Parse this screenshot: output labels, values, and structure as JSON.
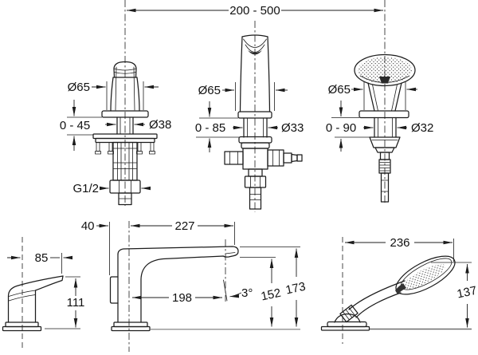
{
  "drawing": {
    "overall_span": "200 - 500",
    "front_views": {
      "valve": {
        "diameter_top": "Ø65",
        "deck_range": "0 - 45",
        "diameter_shaft": "Ø38",
        "thread": "G1/2"
      },
      "spout": {
        "diameter_top": "Ø65",
        "deck_range": "0 - 85",
        "diameter_shaft": "Ø33"
      },
      "handshower": {
        "diameter_top": "Ø65",
        "deck_range": "0 - 90",
        "diameter_shaft": "Ø32"
      }
    },
    "side_views": {
      "handle": {
        "reach": "85",
        "height": "111"
      },
      "spout": {
        "rear_offset": "40",
        "reach": "227",
        "outlet_reach": "198",
        "outlet_angle": "3°",
        "outlet_height": "152",
        "total_height": "173"
      },
      "handshower": {
        "reach": "236",
        "height": "137"
      }
    },
    "colors": {
      "line": "#1c1c1c",
      "deck_line": "#9a9a9a",
      "background": "#ffffff"
    }
  }
}
